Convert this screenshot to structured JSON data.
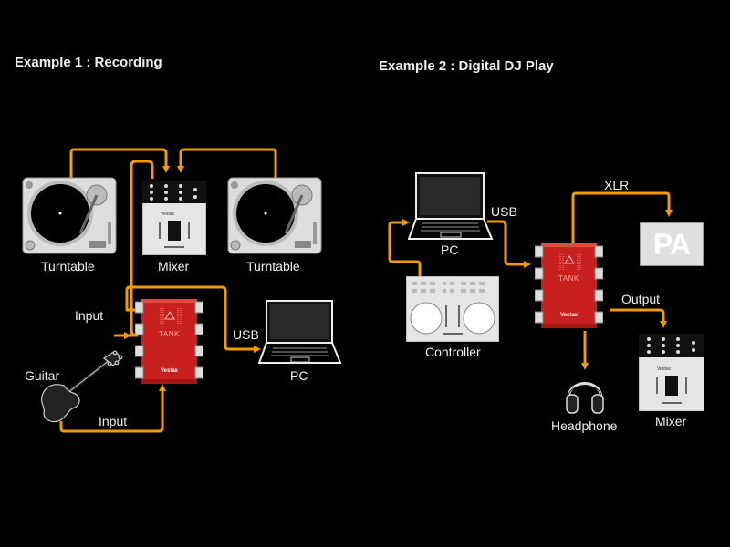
{
  "colors": {
    "wire": "#f29a00",
    "tank": "#c8201e",
    "device_bg": "#e8e8e8"
  },
  "example1": {
    "title": "Example 1 : Recording",
    "labels": {
      "turntable_left": "Turntable",
      "mixer": "Mixer",
      "turntable_right": "Turntable",
      "input_top": "Input",
      "guitar": "Guitar",
      "input_bottom": "Input",
      "usb": "USB",
      "pc": "PC"
    },
    "tank": {
      "name": "TANK",
      "brand": "Vestax"
    }
  },
  "example2": {
    "title": "Example 2  : Digital DJ Play",
    "labels": {
      "pc": "PC",
      "usb": "USB",
      "xlr": "XLR",
      "pa": "PA",
      "controller": "Controller",
      "output": "Output",
      "headphone": "Headphone",
      "mixer": "Mixer"
    },
    "tank": {
      "name": "TANK",
      "brand": "Vestax"
    }
  }
}
